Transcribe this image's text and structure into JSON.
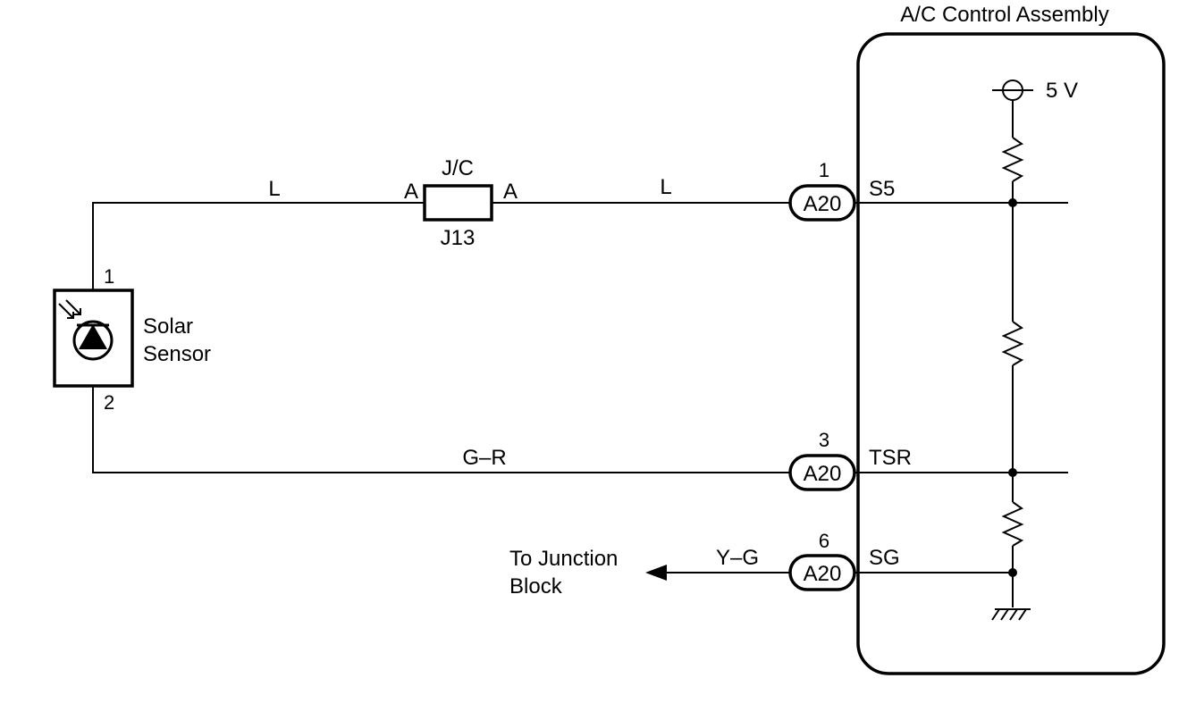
{
  "assembly": {
    "title": "A/C Control Assembly"
  },
  "supply": {
    "label": "5 V"
  },
  "sensor": {
    "name_line1": "Solar",
    "name_line2": "Sensor",
    "pin_top": "1",
    "pin_bottom": "2"
  },
  "junction": {
    "top_label": "J/C",
    "bottom_label": "J13",
    "left_pin": "A",
    "right_pin": "A"
  },
  "wires": {
    "s5_left": "L",
    "s5_right": "L",
    "tsr": "G–R",
    "sg": "Y–G"
  },
  "connectors": [
    {
      "pin": "1",
      "code": "A20",
      "terminal": "S5"
    },
    {
      "pin": "3",
      "code": "A20",
      "terminal": "TSR"
    },
    {
      "pin": "6",
      "code": "A20",
      "terminal": "SG"
    }
  ],
  "destination": {
    "line1": "To Junction",
    "line2": "Block"
  }
}
